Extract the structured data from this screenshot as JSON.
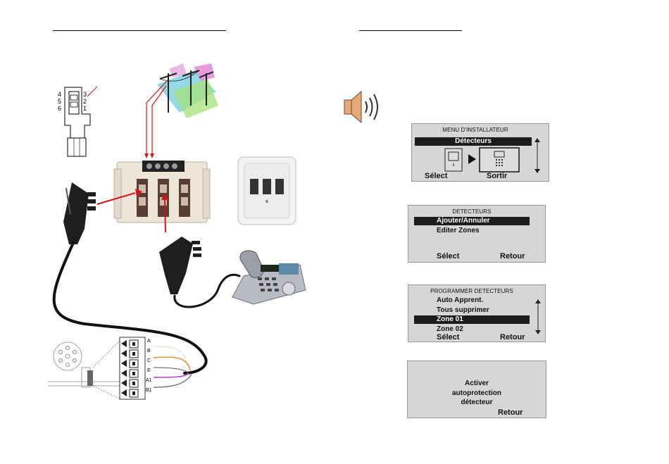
{
  "wiring": {
    "jack_pins_left": [
      "4",
      "5",
      "6"
    ],
    "jack_pins_right": [
      "3",
      "2",
      "1"
    ],
    "terminals": [
      "A",
      "B",
      "C",
      "E",
      "A1",
      "B1"
    ]
  },
  "screens": [
    {
      "title": "MENU D'INSTALLATEUR",
      "highlight": "Détecteurs",
      "soft_left": "Sélect",
      "soft_right": "Sortir"
    },
    {
      "title": "DETECTEURS",
      "items": [
        "Ajouter/Annuler",
        "Editer Zones"
      ],
      "soft_left": "Sélect",
      "soft_right": "Retour"
    },
    {
      "title": "PROGRAMMER DETECTEURS",
      "items": [
        "Auto Apprent.",
        "Tous supprimer",
        "Zone 01",
        "Zone 02"
      ],
      "soft_left": "Sélect",
      "soft_right": "Retour"
    },
    {
      "lines": [
        "Activer",
        "autoprotection",
        "détecteur"
      ],
      "soft_right": "Retour"
    }
  ],
  "colors": {
    "lcd": "#d6d6d6",
    "highlight": "#1c1c1c",
    "wire_red": "#d01818"
  }
}
